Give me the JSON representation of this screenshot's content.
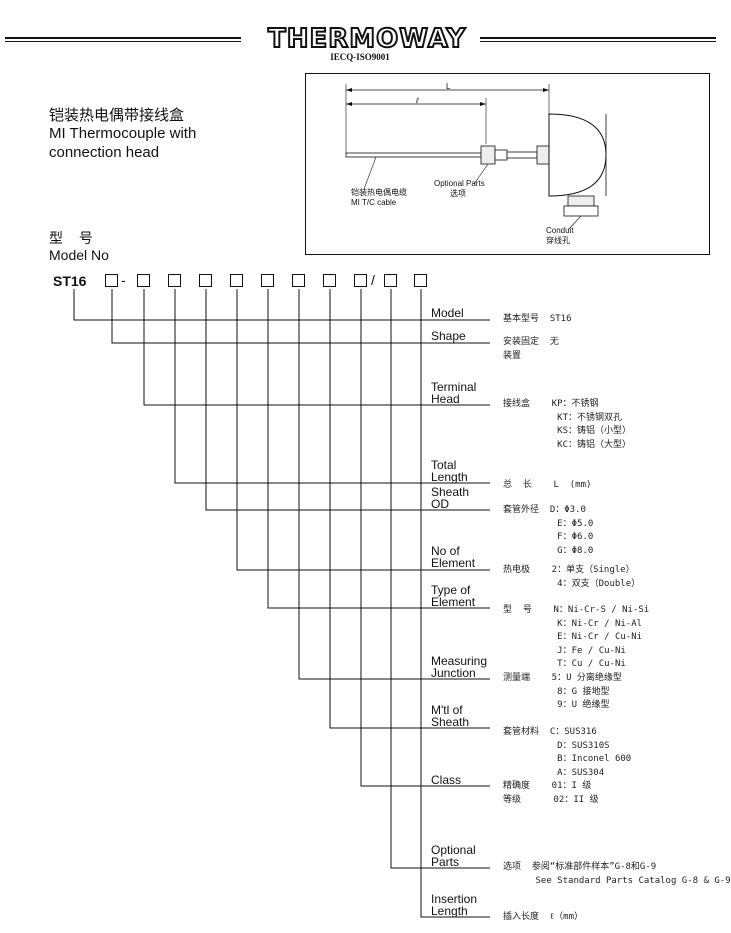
{
  "header": {
    "logo": "THERMOWAY",
    "cert": "IECQ-ISO9001"
  },
  "title": {
    "cn": "铠装热电偶带接线盒",
    "en_line1": "MI Thermocouple with",
    "en_line2": "connection head"
  },
  "model": {
    "label_cn": "型 号",
    "label_en": "Model No",
    "prefix": "ST16",
    "sep_dash": "-",
    "sep_slash": "/"
  },
  "drawing": {
    "dim_L": "L",
    "dim_l": "ℓ",
    "cable_cn": "铠装热电偶电缆",
    "cable_en": "MI T/C cable",
    "optional_en": "Optional Parts",
    "optional_cn": "选项",
    "conduit_en": "Conduit",
    "conduit_cn": "穿线孔"
  },
  "fields": [
    {
      "label": "Model",
      "desc": "基本型号  ST16"
    },
    {
      "label": "Shape",
      "desc": "安装固定  无\n装置"
    },
    {
      "label": "Terminal\nHead",
      "desc": "接线盒    KP：不锈钢\n          KT：不锈钢双孔\n          KS：铸铝（小型）\n          KC：铸铝（大型）"
    },
    {
      "label": "Total\nLength",
      "desc": ""
    },
    {
      "label": "Sheath\nOD",
      "desc": "总  长    L  (mm)"
    },
    {
      "label": "No of\nElement",
      "desc": "套管外径  D：Φ3.0\n          E：Φ5.0\n          F：Φ6.0\n          G：Φ8.0"
    },
    {
      "label": "Type of\nElement",
      "desc": "热电极    2：单支（Single）\n          4：双支（Double）"
    },
    {
      "label": "Measuring\nJunction",
      "desc": "型  号    N：Ni-Cr-S / Ni-Si\n          K：Ni-Cr / Ni-Al\n          E：Ni-Cr / Cu-Ni\n          J：Fe / Cu-Ni\n          T：Cu / Cu-Ni"
    },
    {
      "label": "M'tl of\nSheath",
      "desc": "测量端    5：U 分离绝缘型\n          8：G 接地型\n          9：U 绝缘型"
    },
    {
      "label": "Class",
      "desc": "套管材料  C：SUS316\n          D：SUS310S\n          B：Inconel 600\n          A：SUS304"
    },
    {
      "label": "Optional\nParts",
      "desc": "精确度    01：I 级\n等级      02：II 级"
    },
    {
      "label": "Insertion\nLength",
      "desc": "选项  参阅“标准部件样本”G-8和G-9\n      See Standard Parts Catalog G-8 & G-9"
    }
  ],
  "last_desc": "插入长度  ℓ（mm）"
}
